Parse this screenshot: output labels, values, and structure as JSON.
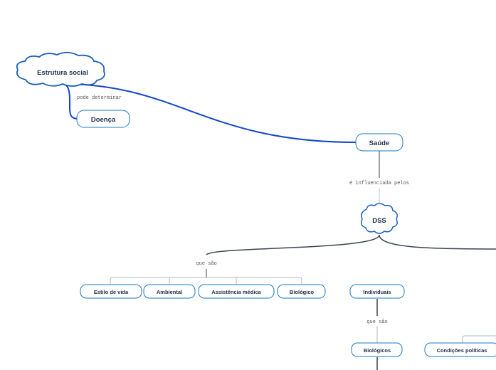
{
  "nodes": {
    "estrutura_social": "Estrutura social",
    "doenca": "Doença",
    "saude": "Saúde",
    "dss": "DSS",
    "estilo_de_vida": "Estilo de vida",
    "ambiental": "Ambiental",
    "assistencia_medica": "Assistência médica",
    "biologico": "Biológico",
    "individuais": "Individuais",
    "biologicos": "Biológicos",
    "condicoes_politicas": "Condições políticas"
  },
  "links": {
    "pode_determinar": "pode determinar",
    "e_influenciada_pelos": "é influenciada pelos",
    "que_sao_1": "que são",
    "que_sao_2": "que são"
  },
  "colors": {
    "node_border": "#1a7bbf",
    "cloud_border": "#1a5fb8",
    "main_link": "#1447c8",
    "dark_link": "#3b4450",
    "light_link": "#a8b8c8",
    "text": "#1f2f4a"
  }
}
